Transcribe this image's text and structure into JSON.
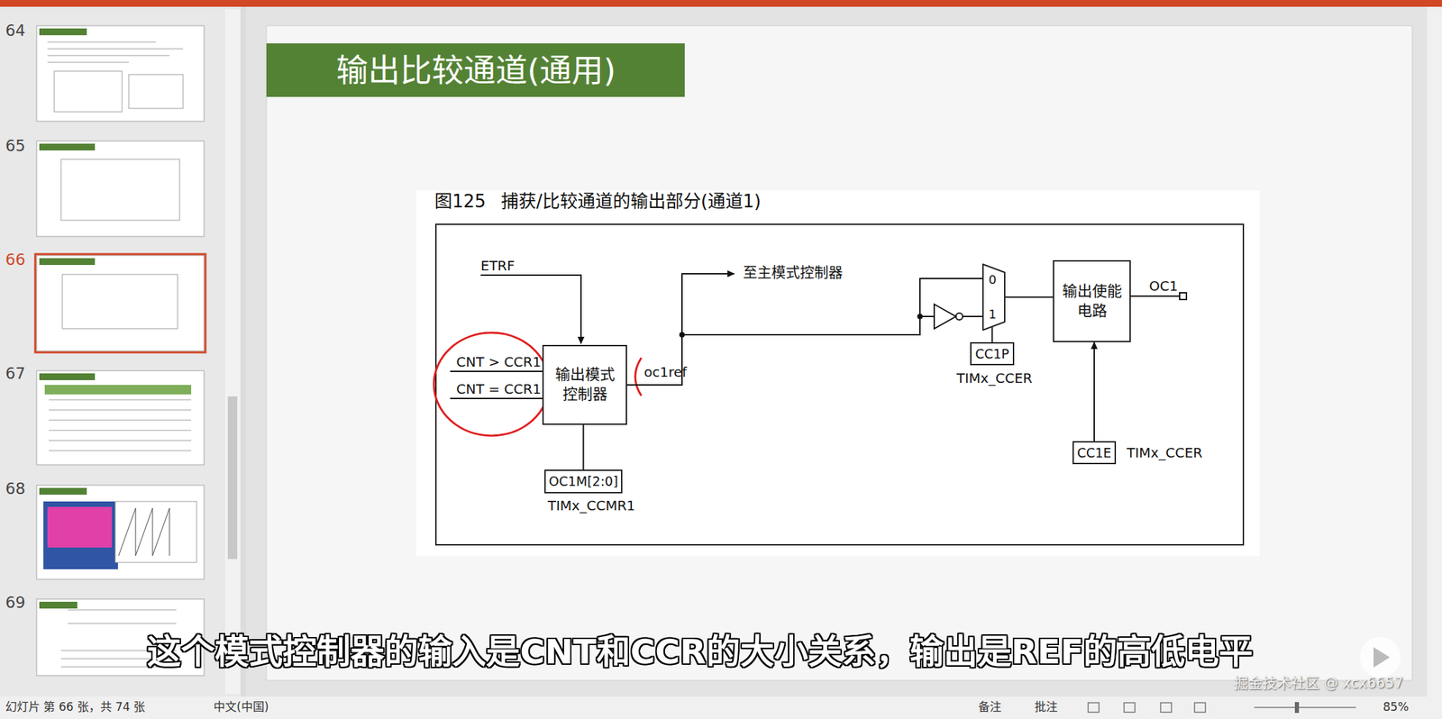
{
  "diagram": {
    "title": "输出比较通道(通用)",
    "caption": "图125 捕获/比较通道的输出部分(通道1)",
    "nodes": [
      {
        "text": [
          "输出模式控制器"
        ]
      },
      {
        "text": [
          "OC1M[2:0]"
        ]
      },
      {
        "text": [
          "0",
          "1"
        ]
      },
      {
        "text": [
          "CC1P"
        ]
      },
      {
        "text": [
          "输出使能电路"
        ]
      },
      {
        "text": [
          "CC1E"
        ]
      }
    ],
    "edges": [
      {
        "from": 1,
        "to": 0,
        "arrow": "none"
      },
      {
        "from": 0,
        "to": 2,
        "arrow": "none"
      },
      {
        "from": 3,
        "to": 2,
        "arrow": "none"
      },
      {
        "from": 2,
        "to": 4,
        "arrow": "none"
      },
      {
        "from": 5,
        "to": 4,
        "arrow": "to"
      }
    ],
    "labels": [
      "64",
      "65",
      "66",
      "67",
      "68",
      "69",
      "ETRF",
      "CNT > CCR1",
      "CNT = CCR1",
      "oc1ref",
      "至主模式控制器",
      "OC1",
      "TIMx_CCER",
      "TIMx_CCMR1",
      "TIMx_CCER",
      "这个模式控制器的输入是CNT和CCR的大小关系，输出是REF的高低电平",
      "幻灯片 第 66 张，共 74 张",
      "中文(中国)",
      "备注",
      "批注",
      "85%",
      "掘金技术社区 @ xcx6657"
    ]
  }
}
